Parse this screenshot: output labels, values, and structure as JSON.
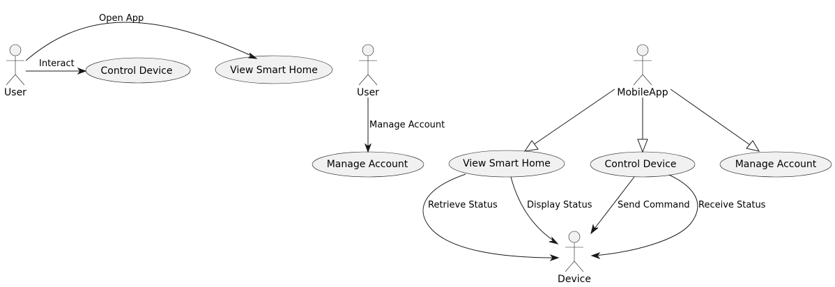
{
  "actors": {
    "user_1": "User",
    "user_2": "User",
    "mobile_app": "MobileApp",
    "device": "Device"
  },
  "use_cases": {
    "control_device_1": "Control Device",
    "view_smart_home_1": "View Smart Home",
    "manage_account_1": "Manage Account",
    "view_smart_home_2": "View Smart Home",
    "control_device_2": "Control Device",
    "manage_account_2": "Manage Account"
  },
  "edges": {
    "open_app": "Open App",
    "interact": "Interact",
    "manage_account": "Manage Account",
    "retrieve_status": "Retrieve Status",
    "display_status": "Display Status",
    "send_command": "Send Command",
    "receive_status": "Receive Status"
  }
}
